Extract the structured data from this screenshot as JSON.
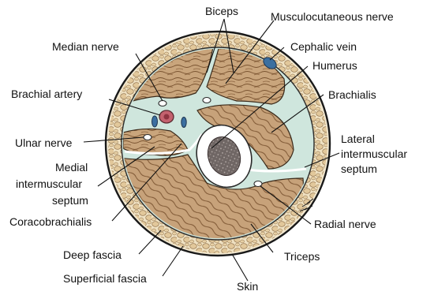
{
  "labels": {
    "biceps": "Biceps",
    "musculocutaneous_nerve": "Musculocutaneous nerve",
    "median_nerve": "Median nerve",
    "cephalic_vein": "Cephalic vein",
    "humerus": "Humerus",
    "brachial_artery": "Brachial artery",
    "brachialis": "Brachialis",
    "ulnar_nerve": "Ulnar nerve",
    "lateral_intermuscular_1": "Lateral",
    "lateral_intermuscular_2": "intermuscular",
    "lateral_intermuscular_3": "septum",
    "medial_intermuscular_1": "Medial",
    "medial_intermuscular_2": "intermuscular",
    "medial_intermuscular_3": "septum",
    "coracobrachialis": "Coracobrachialis",
    "radial_nerve": "Radial nerve",
    "deep_fascia": "Deep fascia",
    "triceps": "Triceps",
    "superficial_fascia": "Superficial fascia",
    "skin": "Skin"
  },
  "colors": {
    "muscle": "#c9a57c",
    "muscle_stripe": "#7a5330",
    "fat": "#e9d7b3",
    "fascia": "#cfe6dd",
    "bone_cortex": "#ffffff",
    "marrow": "#6f6664",
    "artery": "#c4616e",
    "vein": "#3b6fa0"
  }
}
